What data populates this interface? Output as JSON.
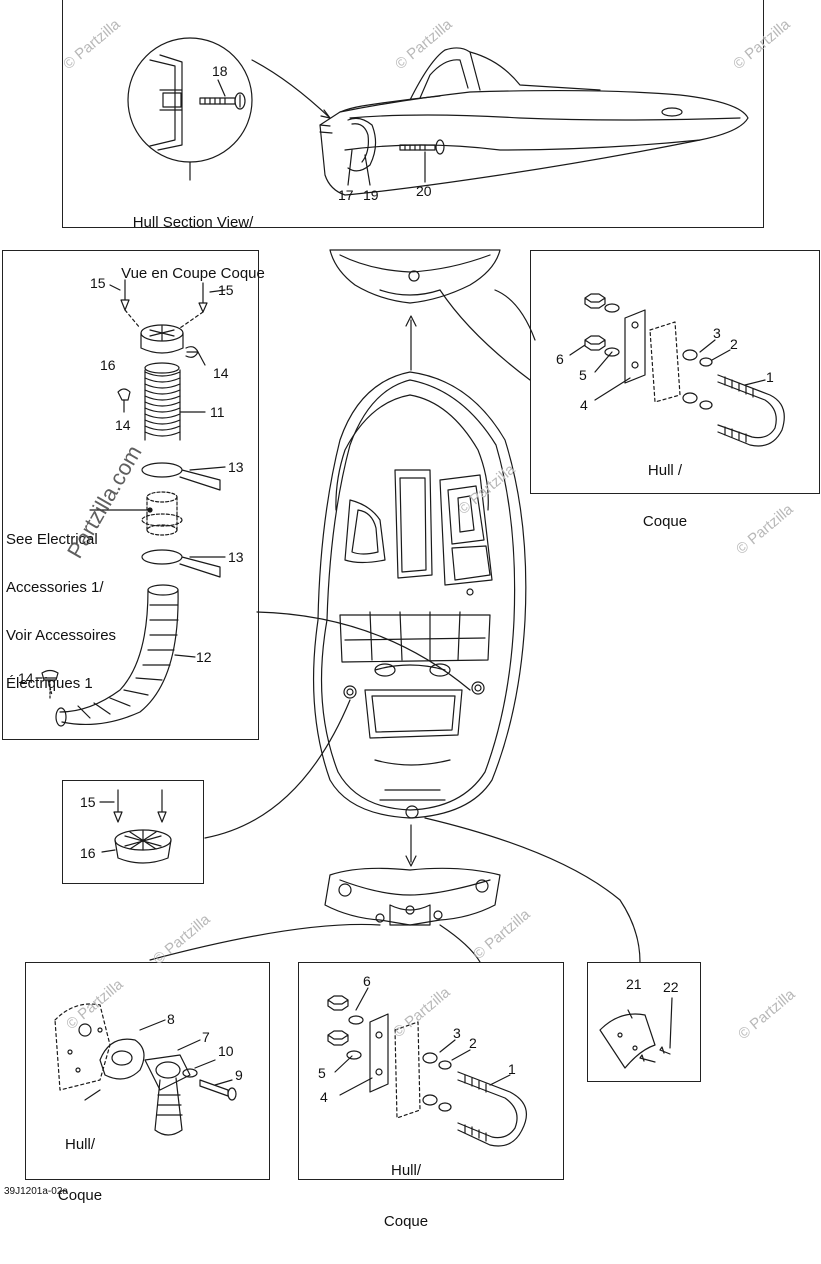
{
  "top_panel": {
    "caption_line1": "Hull Section View/",
    "caption_line2": "Vue en Coupe Coque",
    "callouts": [
      "18",
      "17",
      "19",
      "20"
    ]
  },
  "left_panel": {
    "callouts": [
      "15",
      "15",
      "16",
      "14",
      "14",
      "11",
      "13",
      "13",
      "12",
      "14"
    ],
    "note_line1": "See Electrical",
    "note_line2": "Accessories 1/",
    "note_line3": "Voir Accessoires",
    "note_line4": "Électriques 1"
  },
  "right_upper_panel": {
    "callouts": [
      "3",
      "2",
      "1",
      "6",
      "5",
      "4"
    ],
    "caption_line1": "Hull /",
    "caption_line2": "Coque"
  },
  "small_left_panel": {
    "callouts": [
      "15",
      "16"
    ]
  },
  "bottom_left_panel": {
    "callouts": [
      "8",
      "7",
      "10",
      "9"
    ],
    "caption_line1": "Hull/",
    "caption_line2": "Coque"
  },
  "bottom_middle_panel": {
    "callouts": [
      "6",
      "3",
      "2",
      "5",
      "4",
      "1"
    ],
    "caption_line1": "Hull/",
    "caption_line2": "Coque"
  },
  "bottom_right_panel": {
    "callouts": [
      "21",
      "22"
    ]
  },
  "watermark": "© Partzilla",
  "watermark_diag": "Partzilla.com",
  "drawing_code": "39J1201a-02a"
}
